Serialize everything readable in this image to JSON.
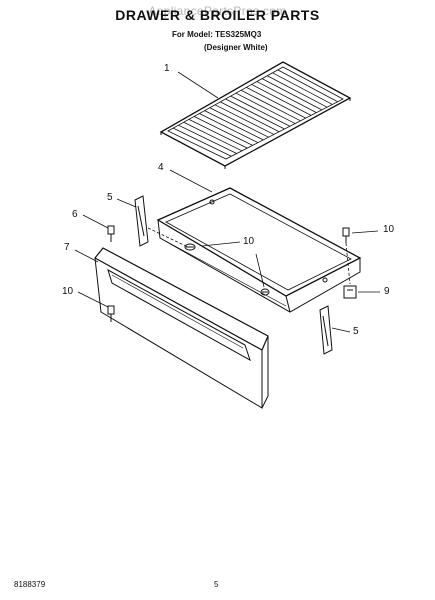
{
  "header": {
    "watermark": "AppliancePartsPros.com",
    "title": "DRAWER & BROILER PARTS",
    "model_line": "For Model: TES325MQ3",
    "variant_line": "(Designer White)"
  },
  "callouts": {
    "c1": "1",
    "c4": "4",
    "c5a": "5",
    "c5b": "5",
    "c6": "6",
    "c7": "7",
    "c9": "9",
    "c10a": "10",
    "c10b": "10",
    "c10c": "10"
  },
  "footer": {
    "part_number": "8188379",
    "page_number": "5"
  },
  "colors": {
    "line": "#111111",
    "watermark": "#b8b8b8"
  }
}
